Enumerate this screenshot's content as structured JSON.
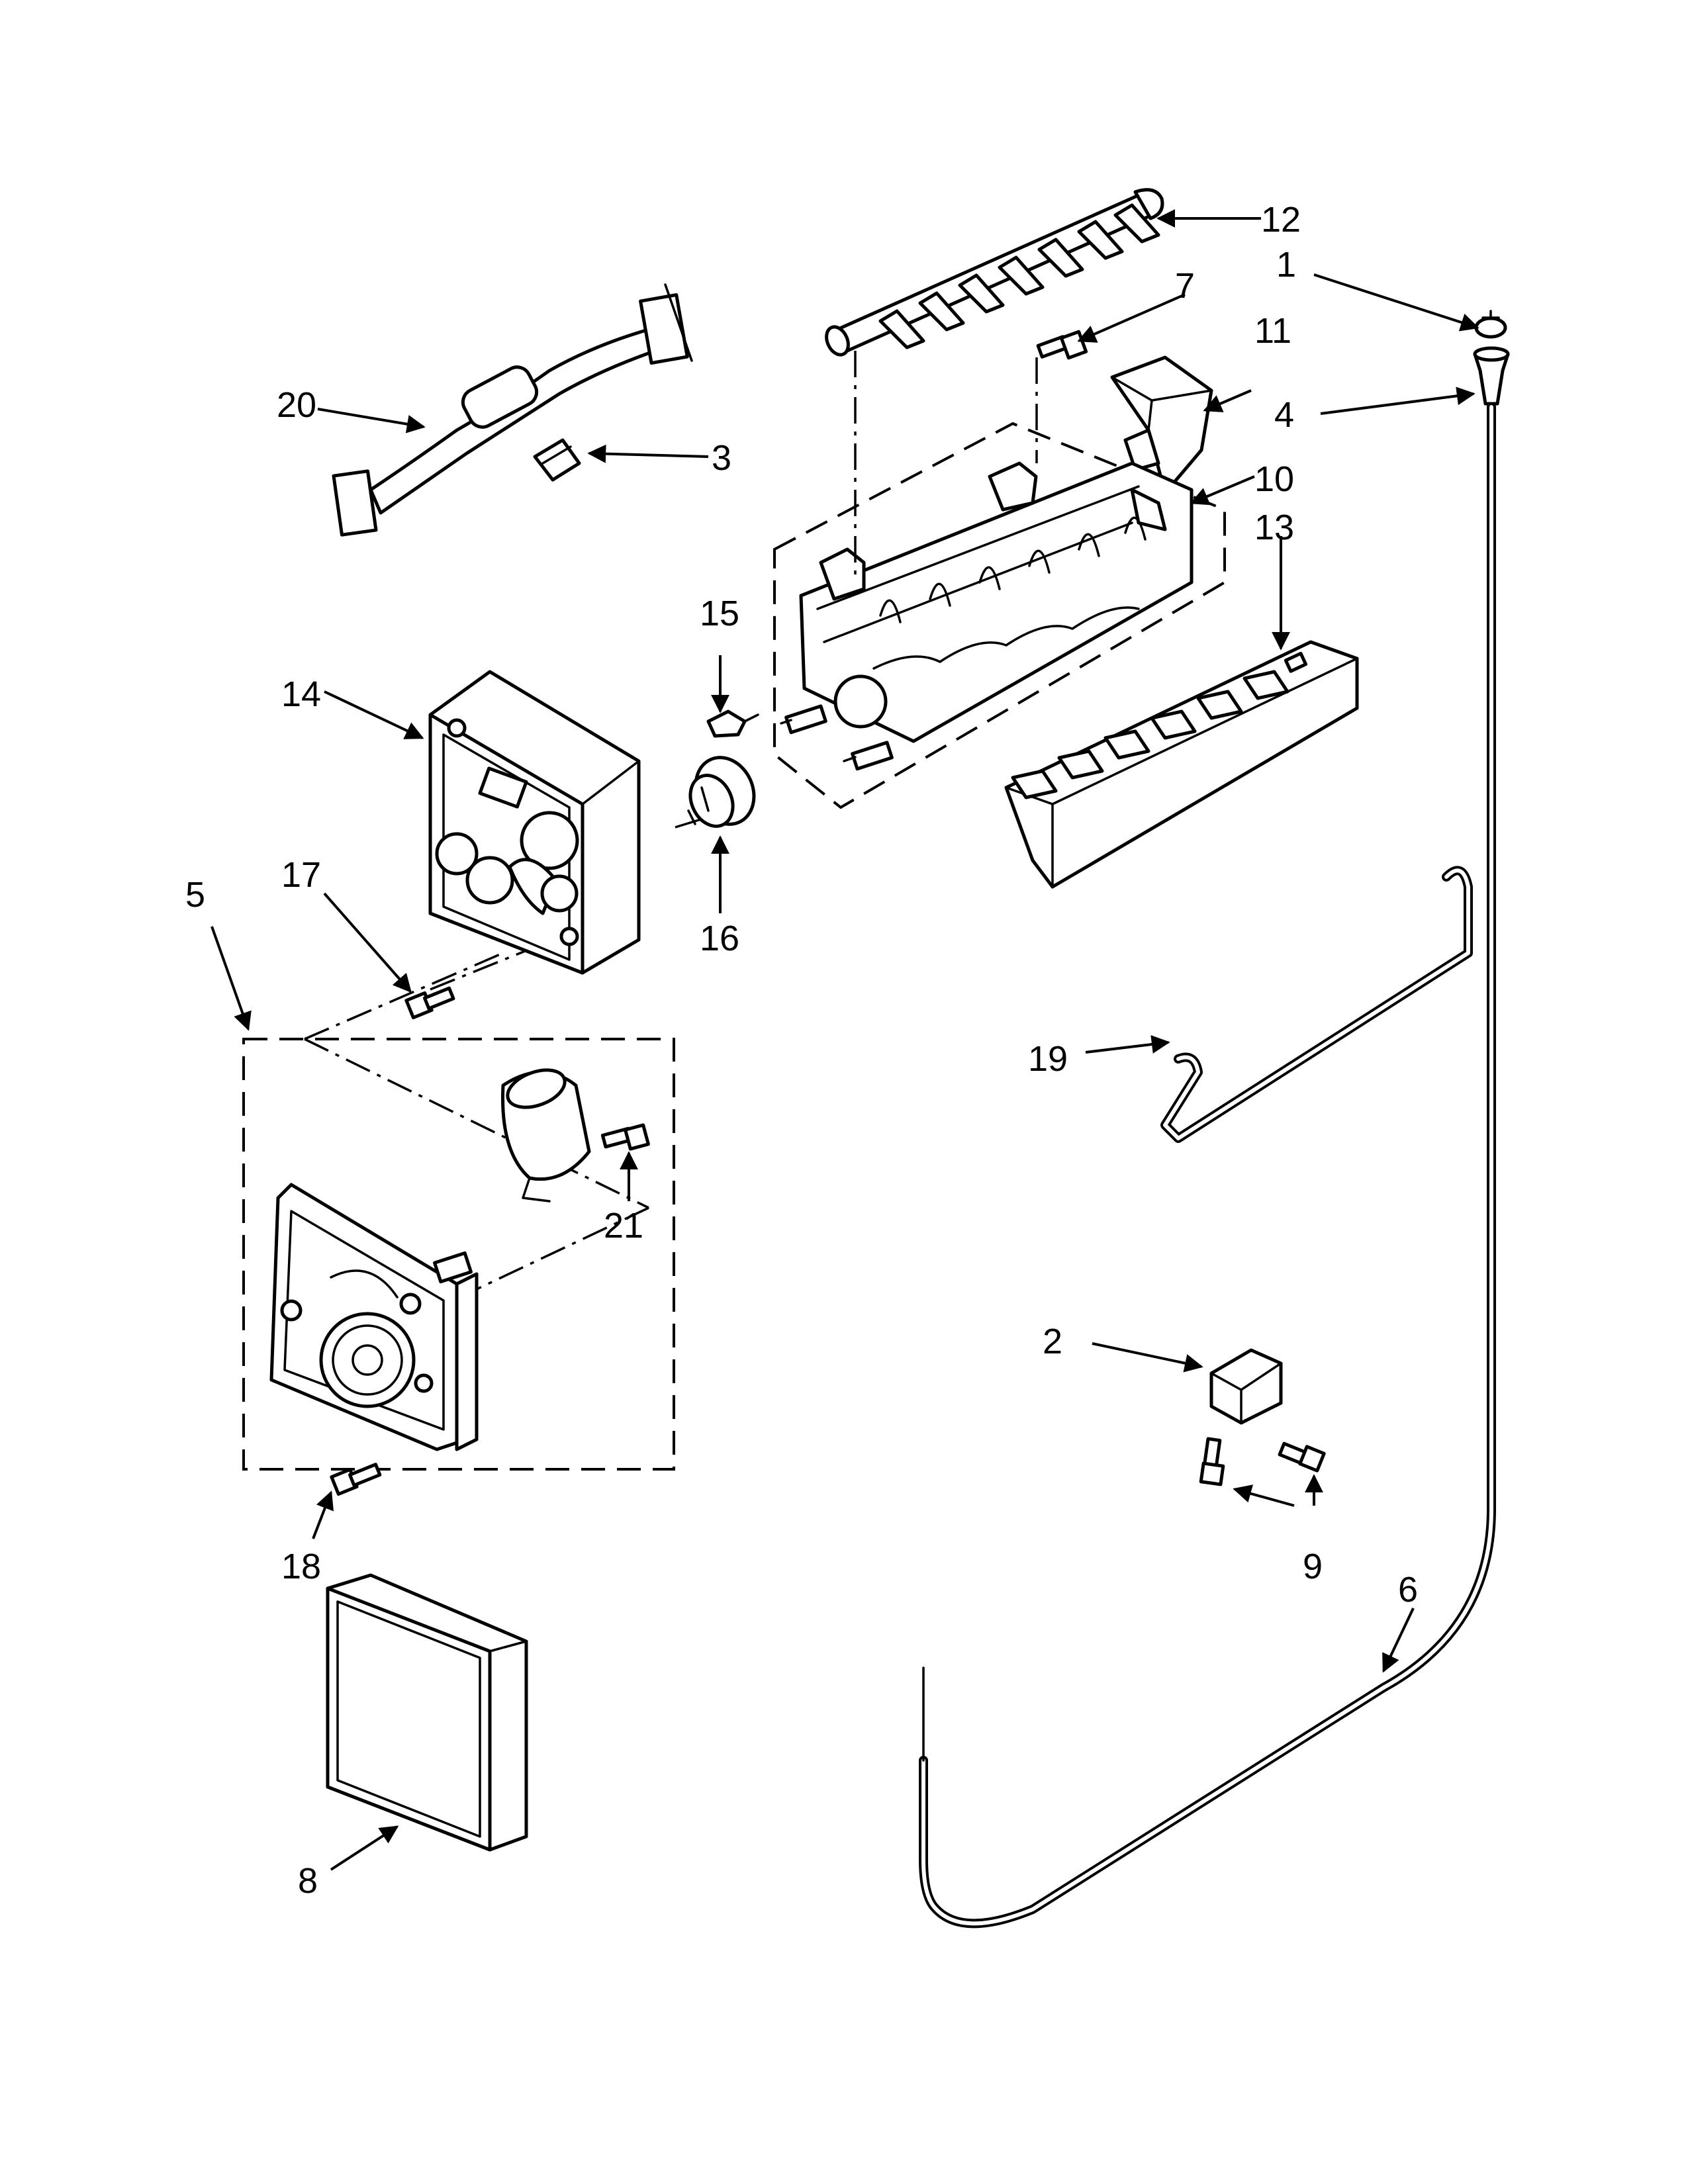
{
  "colors": {
    "line": "#000000",
    "background": "#ffffff"
  },
  "callouts": {
    "c1": "1",
    "c2": "2",
    "c3": "3",
    "c4": "4",
    "c5": "5",
    "c6": "6",
    "c7": "7",
    "c8": "8",
    "c9": "9",
    "c10": "10",
    "c11": "11",
    "c12": "12",
    "c13": "13",
    "c14": "14",
    "c15": "15",
    "c16": "16",
    "c17": "17",
    "c18": "18",
    "c19": "19",
    "c20": "20",
    "c21": "21"
  }
}
